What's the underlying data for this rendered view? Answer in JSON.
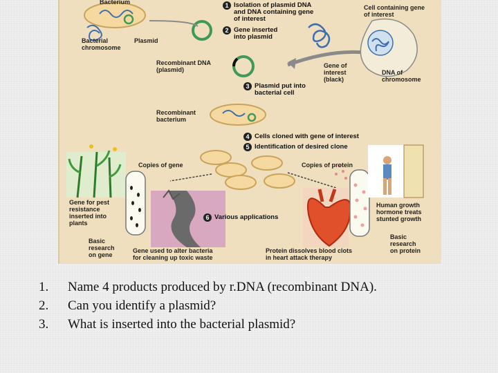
{
  "figure": {
    "labels": {
      "bacterium": "Bacterium",
      "bacterial_chromosome": "Bacterial\nchromosome",
      "plasmid": "Plasmid",
      "recombinant_dna": "Recombinant DNA\n(plasmid)",
      "recombinant_bacterium": "Recombinant\nbacterium",
      "cell_containing_gene": "Cell containing gene\nof interest",
      "gene_of_interest": "Gene of\ninterest\n(black)",
      "dna_of_chromosome": "DNA of\nchromosome",
      "copies_of_gene": "Copies of gene",
      "copies_of_protein": "Copies of protein",
      "gene_for_pest_resistance": "Gene for pest\nresistance\ninserted into\nplants",
      "basic_research_gene": "Basic\nresearch\non gene",
      "gene_toxic_waste": "Gene used to alter bacteria\nfor cleaning up toxic waste",
      "protein_blood_clots": "Protein dissolves blood clots\nin heart attack therapy",
      "human_growth_hormone": "Human growth\nhormone treats\nstunted growth",
      "basic_research_protein": "Basic\nresearch\non protein"
    },
    "steps": [
      {
        "number": "1",
        "text": "Isolation of plasmid DNA\nand DNA containing gene\nof interest"
      },
      {
        "number": "2",
        "text": "Gene inserted\ninto plasmid"
      },
      {
        "number": "3",
        "text": "Plasmid put into\nbacterial cell"
      },
      {
        "number": "4",
        "text": "Cells cloned with gene of interest"
      },
      {
        "number": "5",
        "text": "Identification of desired clone"
      },
      {
        "number": "6",
        "text": "Various applications"
      }
    ]
  },
  "questions": [
    {
      "number": "1.",
      "text": "Name 4 products produced by r.DNA (recombinant DNA)."
    },
    {
      "number": "2.",
      "text": "Can you identify a plasmid?"
    },
    {
      "number": "3.",
      "text": "What is inserted into the bacterial plasmid?"
    }
  ],
  "colors": {
    "figure_bg": "#efdfbf",
    "bacteria_fill": "#f6d9a0",
    "plasmid_green": "#3f9a5a",
    "step_circle": "#222222",
    "arrow_gray": "#8a8a8a"
  }
}
